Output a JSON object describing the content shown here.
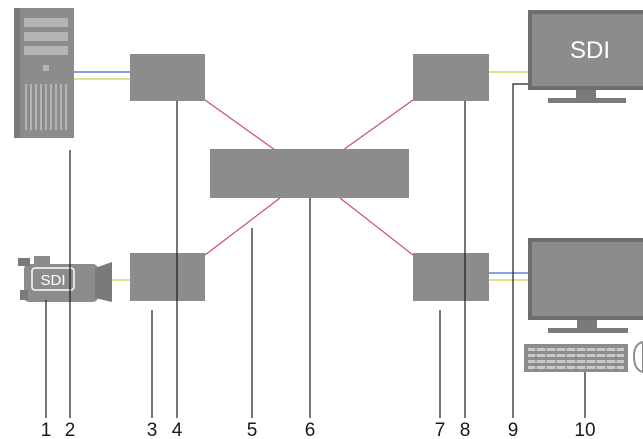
{
  "labels": {
    "screen_top": "SDI",
    "camera": "SDI"
  },
  "callouts": [
    "1",
    "2",
    "3",
    "4",
    "5",
    "6",
    "7",
    "8",
    "9",
    "10"
  ],
  "colors": {
    "device": "#8c8c8c",
    "device_dark": "#6e6e6e",
    "network_link": "#d04a7a",
    "video_link": "#c9d24a",
    "usb_link": "#3a6fc4",
    "leader": "#1a1a1a"
  }
}
